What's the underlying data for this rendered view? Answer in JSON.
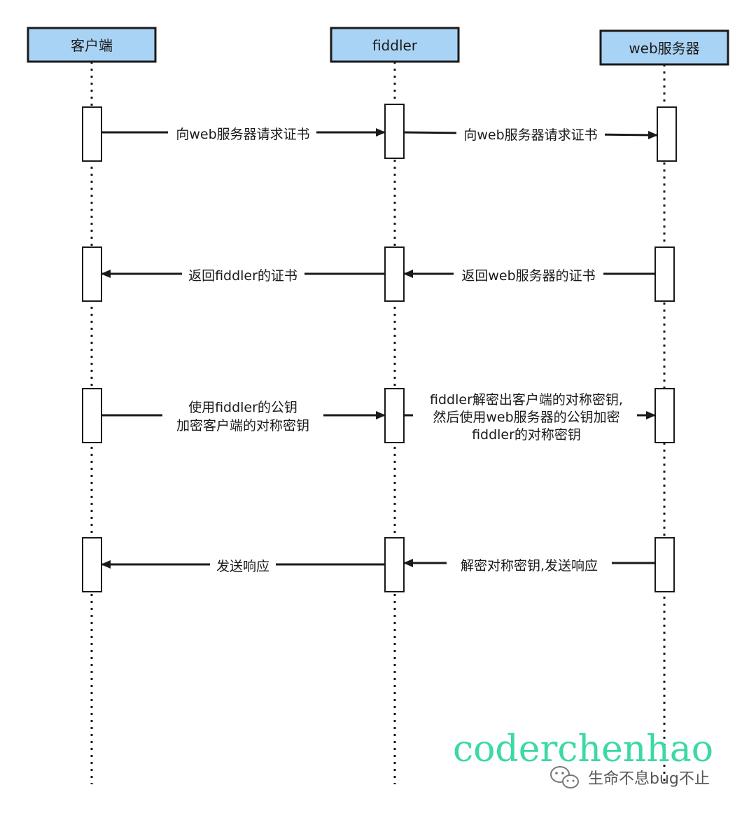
{
  "actors": [
    {
      "id": "client",
      "label": "客户端"
    },
    {
      "id": "fiddler",
      "label": "fiddler"
    },
    {
      "id": "server",
      "label": "web服务器"
    }
  ],
  "messages": [
    {
      "id": "m1",
      "from": "client",
      "to": "fiddler",
      "lines": [
        "向web服务器请求证书"
      ]
    },
    {
      "id": "m2",
      "from": "fiddler",
      "to": "server",
      "lines": [
        "向web服务器请求证书"
      ]
    },
    {
      "id": "m3",
      "from": "fiddler",
      "to": "client",
      "lines": [
        "返回fiddler的证书"
      ]
    },
    {
      "id": "m4",
      "from": "server",
      "to": "fiddler",
      "lines": [
        "返回web服务器的证书"
      ]
    },
    {
      "id": "m5",
      "from": "client",
      "to": "fiddler",
      "lines": [
        "使用fiddler的公钥",
        "加密客户端的对称密钥"
      ]
    },
    {
      "id": "m6",
      "from": "fiddler",
      "to": "server",
      "lines": [
        "fiddler解密出客户端的对称密钥,",
        "然后使用web服务器的公钥加密",
        "fiddler的对称密钥"
      ]
    },
    {
      "id": "m7",
      "from": "fiddler",
      "to": "client",
      "lines": [
        "发送响应"
      ]
    },
    {
      "id": "m8",
      "from": "server",
      "to": "fiddler",
      "lines": [
        "解密对称密钥,发送响应"
      ]
    }
  ],
  "watermark": {
    "text": "coderchenhao",
    "account": "生命不息bug不止",
    "icon": "wechat-icon"
  },
  "colors": {
    "actor_fill": "#a9d3f5",
    "actor_stroke": "#1a1a1a",
    "line": "#1a1a1a",
    "watermark": "#3cd9a1"
  }
}
